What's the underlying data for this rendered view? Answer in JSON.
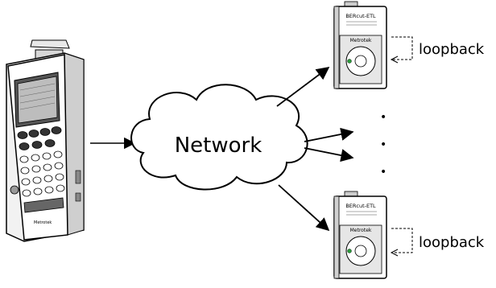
{
  "network": {
    "label": "Network"
  },
  "loopback_top": {
    "label": "loopback"
  },
  "loopback_bottom": {
    "label": "loopback"
  },
  "tester": {
    "brand": "Metrotek"
  },
  "remote_top": {
    "model": "BERcut-ETL",
    "brand": "Metrotek"
  },
  "remote_bottom": {
    "model": "BERcut-ETL",
    "brand": "Metrotek"
  },
  "ellipsis": {
    "dots": [
      "•",
      "•",
      "•"
    ]
  }
}
